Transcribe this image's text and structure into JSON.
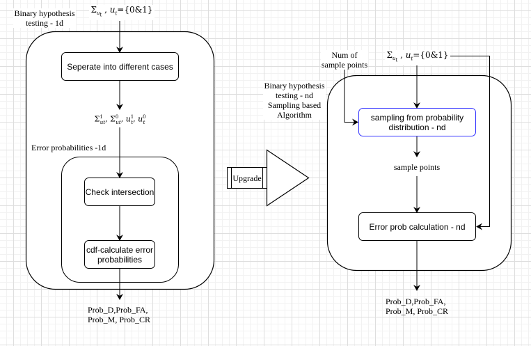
{
  "left_module": {
    "title": "Binary hypothesis\ntesting - 1d",
    "input": {
      "sigma": "Σ",
      "sigma_sub": "u",
      "sigma_sub2": "t",
      "u": "u",
      "u_sub": "t",
      "value": "={0&1}"
    },
    "step_separate": "Seperate into different cases",
    "cases_label": {
      "parts": [
        "Σ",
        "Σ",
        "u",
        "u"
      ],
      "sups": [
        "1",
        "0",
        "1",
        "0"
      ],
      "subs": [
        "ut",
        "ut",
        "t",
        "t"
      ]
    },
    "error_group_title": "Error probabilities -1d",
    "step_check": "Check intersection",
    "step_cdf": "cdf-calculate error\nprobabilities",
    "output": "Prob_D,Prob_FA,\nProb_M, Prob_CR"
  },
  "upgrade": {
    "label": "Upgrade"
  },
  "right_module": {
    "title": "Binary hypothesis\ntesting - nd\nSampling based\nAlgorithm",
    "num_samples_label": "Num of\nsample points",
    "input": {
      "sigma": "Σ",
      "sigma_sub": "u",
      "sigma_sub2": "t",
      "u": "u",
      "u_sub": "t",
      "value": "={0&1}"
    },
    "step_sampling": "sampling from probability\ndistribution - nd",
    "sample_points_label": "sample points",
    "step_error": "Error prob calculation - nd",
    "output": "Prob_D,Prob_FA,\nProb_M, Prob_CR"
  },
  "colors": {
    "stroke": "#000000",
    "highlight_stroke": "#3333ff",
    "grid_major": "#dedede",
    "grid_minor": "#f2f2f2"
  }
}
